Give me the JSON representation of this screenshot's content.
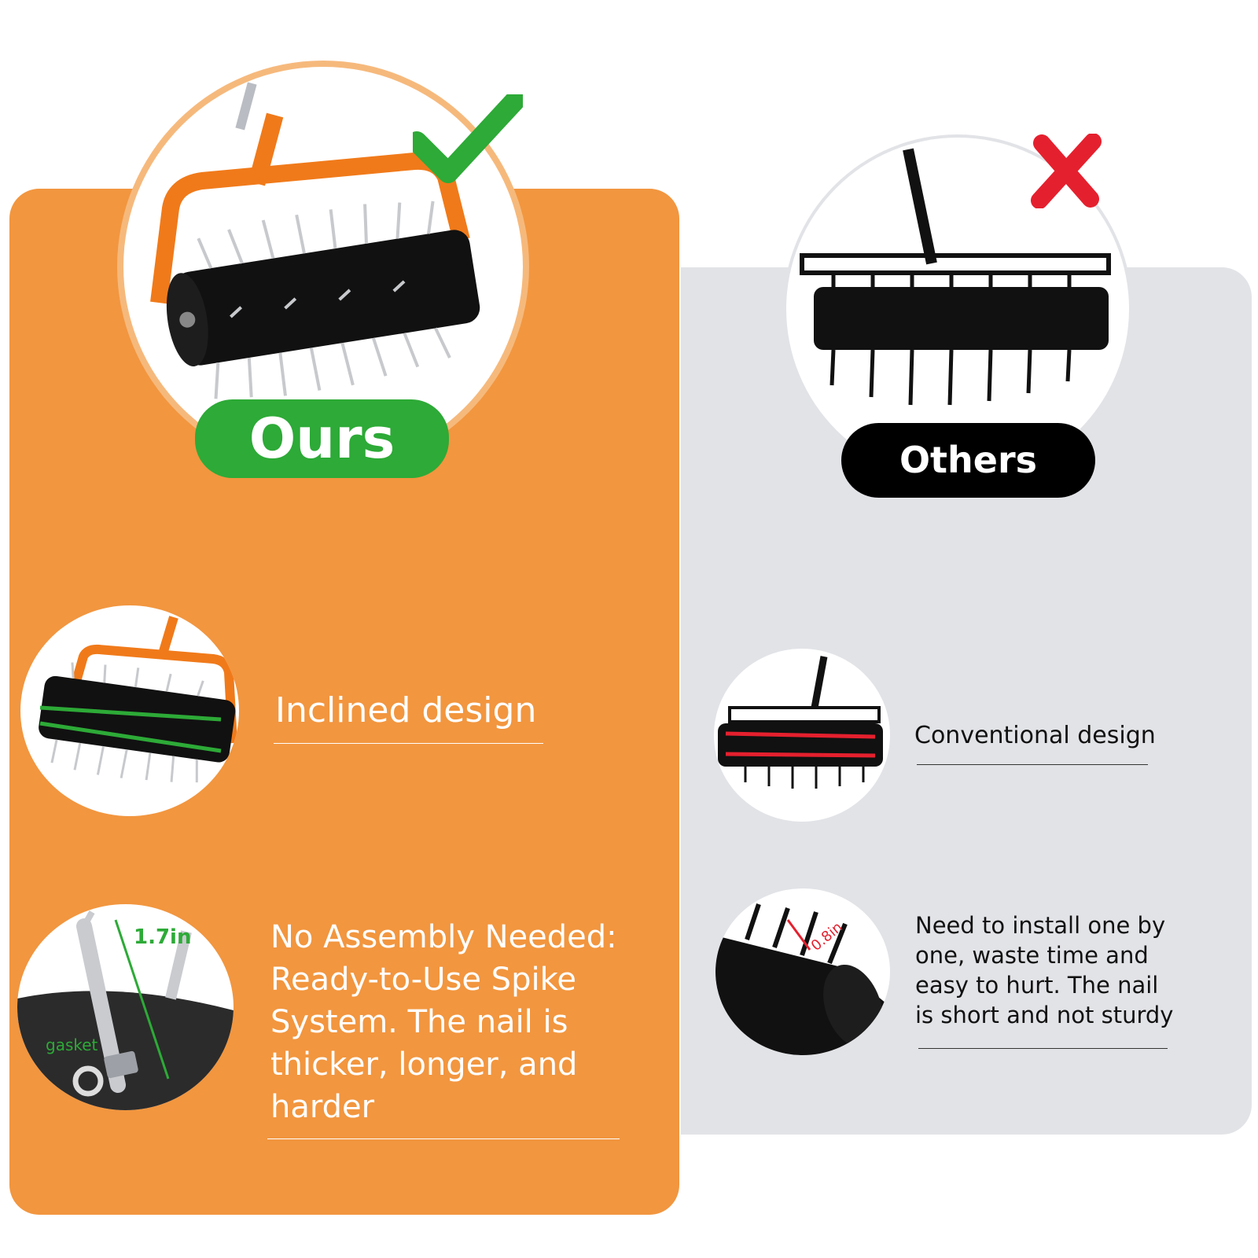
{
  "colors": {
    "ours_panel": "#F2963F",
    "others_panel": "#E2E3E7",
    "green": "#2DAA37",
    "black": "#000000",
    "orange_frame": "#F07A1A",
    "red_cross": "#E5202E"
  },
  "ours": {
    "badge": "Ours",
    "status_icon": "check-icon",
    "features": [
      {
        "text": "Inclined design"
      },
      {
        "text": "No Assembly Needed: Ready-to-Use Spike System. The nail is thicker, longer, and harder"
      }
    ],
    "spike_detail": {
      "length_label": "1.7in",
      "part_label": "gasket"
    }
  },
  "others": {
    "badge": "Others",
    "status_icon": "cross-icon",
    "features": [
      {
        "text": "Conventional design"
      },
      {
        "text": "Need to install one by one, waste time and easy to hurt. The nail is short and not sturdy"
      }
    ],
    "spike_detail": {
      "length_label": "0.8in"
    }
  }
}
